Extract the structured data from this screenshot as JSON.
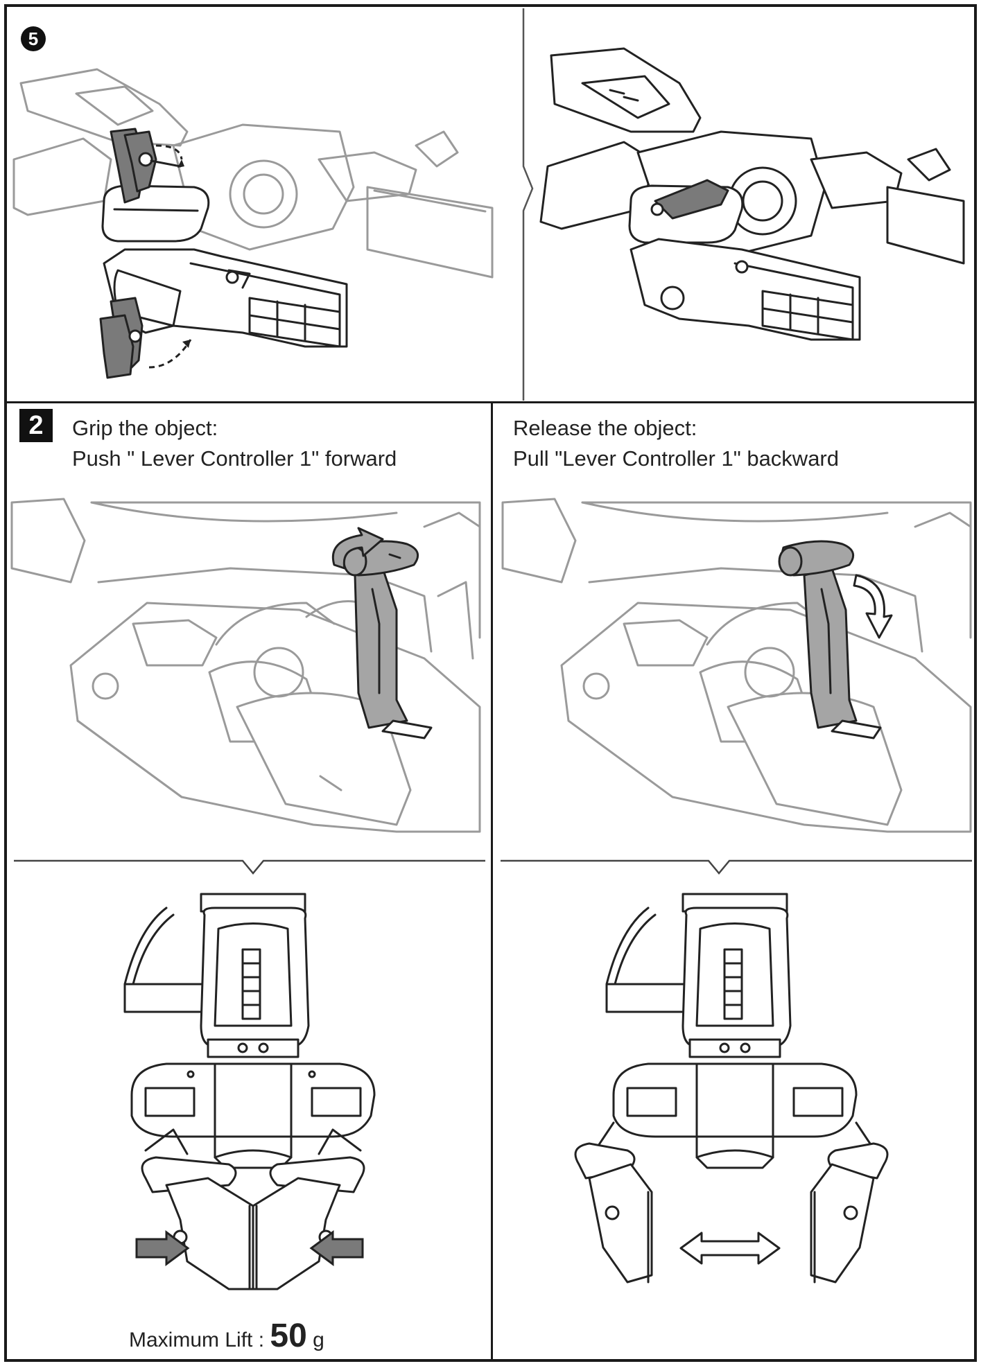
{
  "step_top": {
    "number": "5"
  },
  "step_main": {
    "number": "2",
    "left": {
      "line1": "Grip the object:",
      "line2": "Push \" Lever Controller 1\" forward"
    },
    "right": {
      "line1": "Release the object:",
      "line2": "Pull \"Lever Controller 1\" backward"
    }
  },
  "footer": {
    "lift_label": "Maximum Lift :",
    "lift_value": "50",
    "lift_unit": "g"
  }
}
